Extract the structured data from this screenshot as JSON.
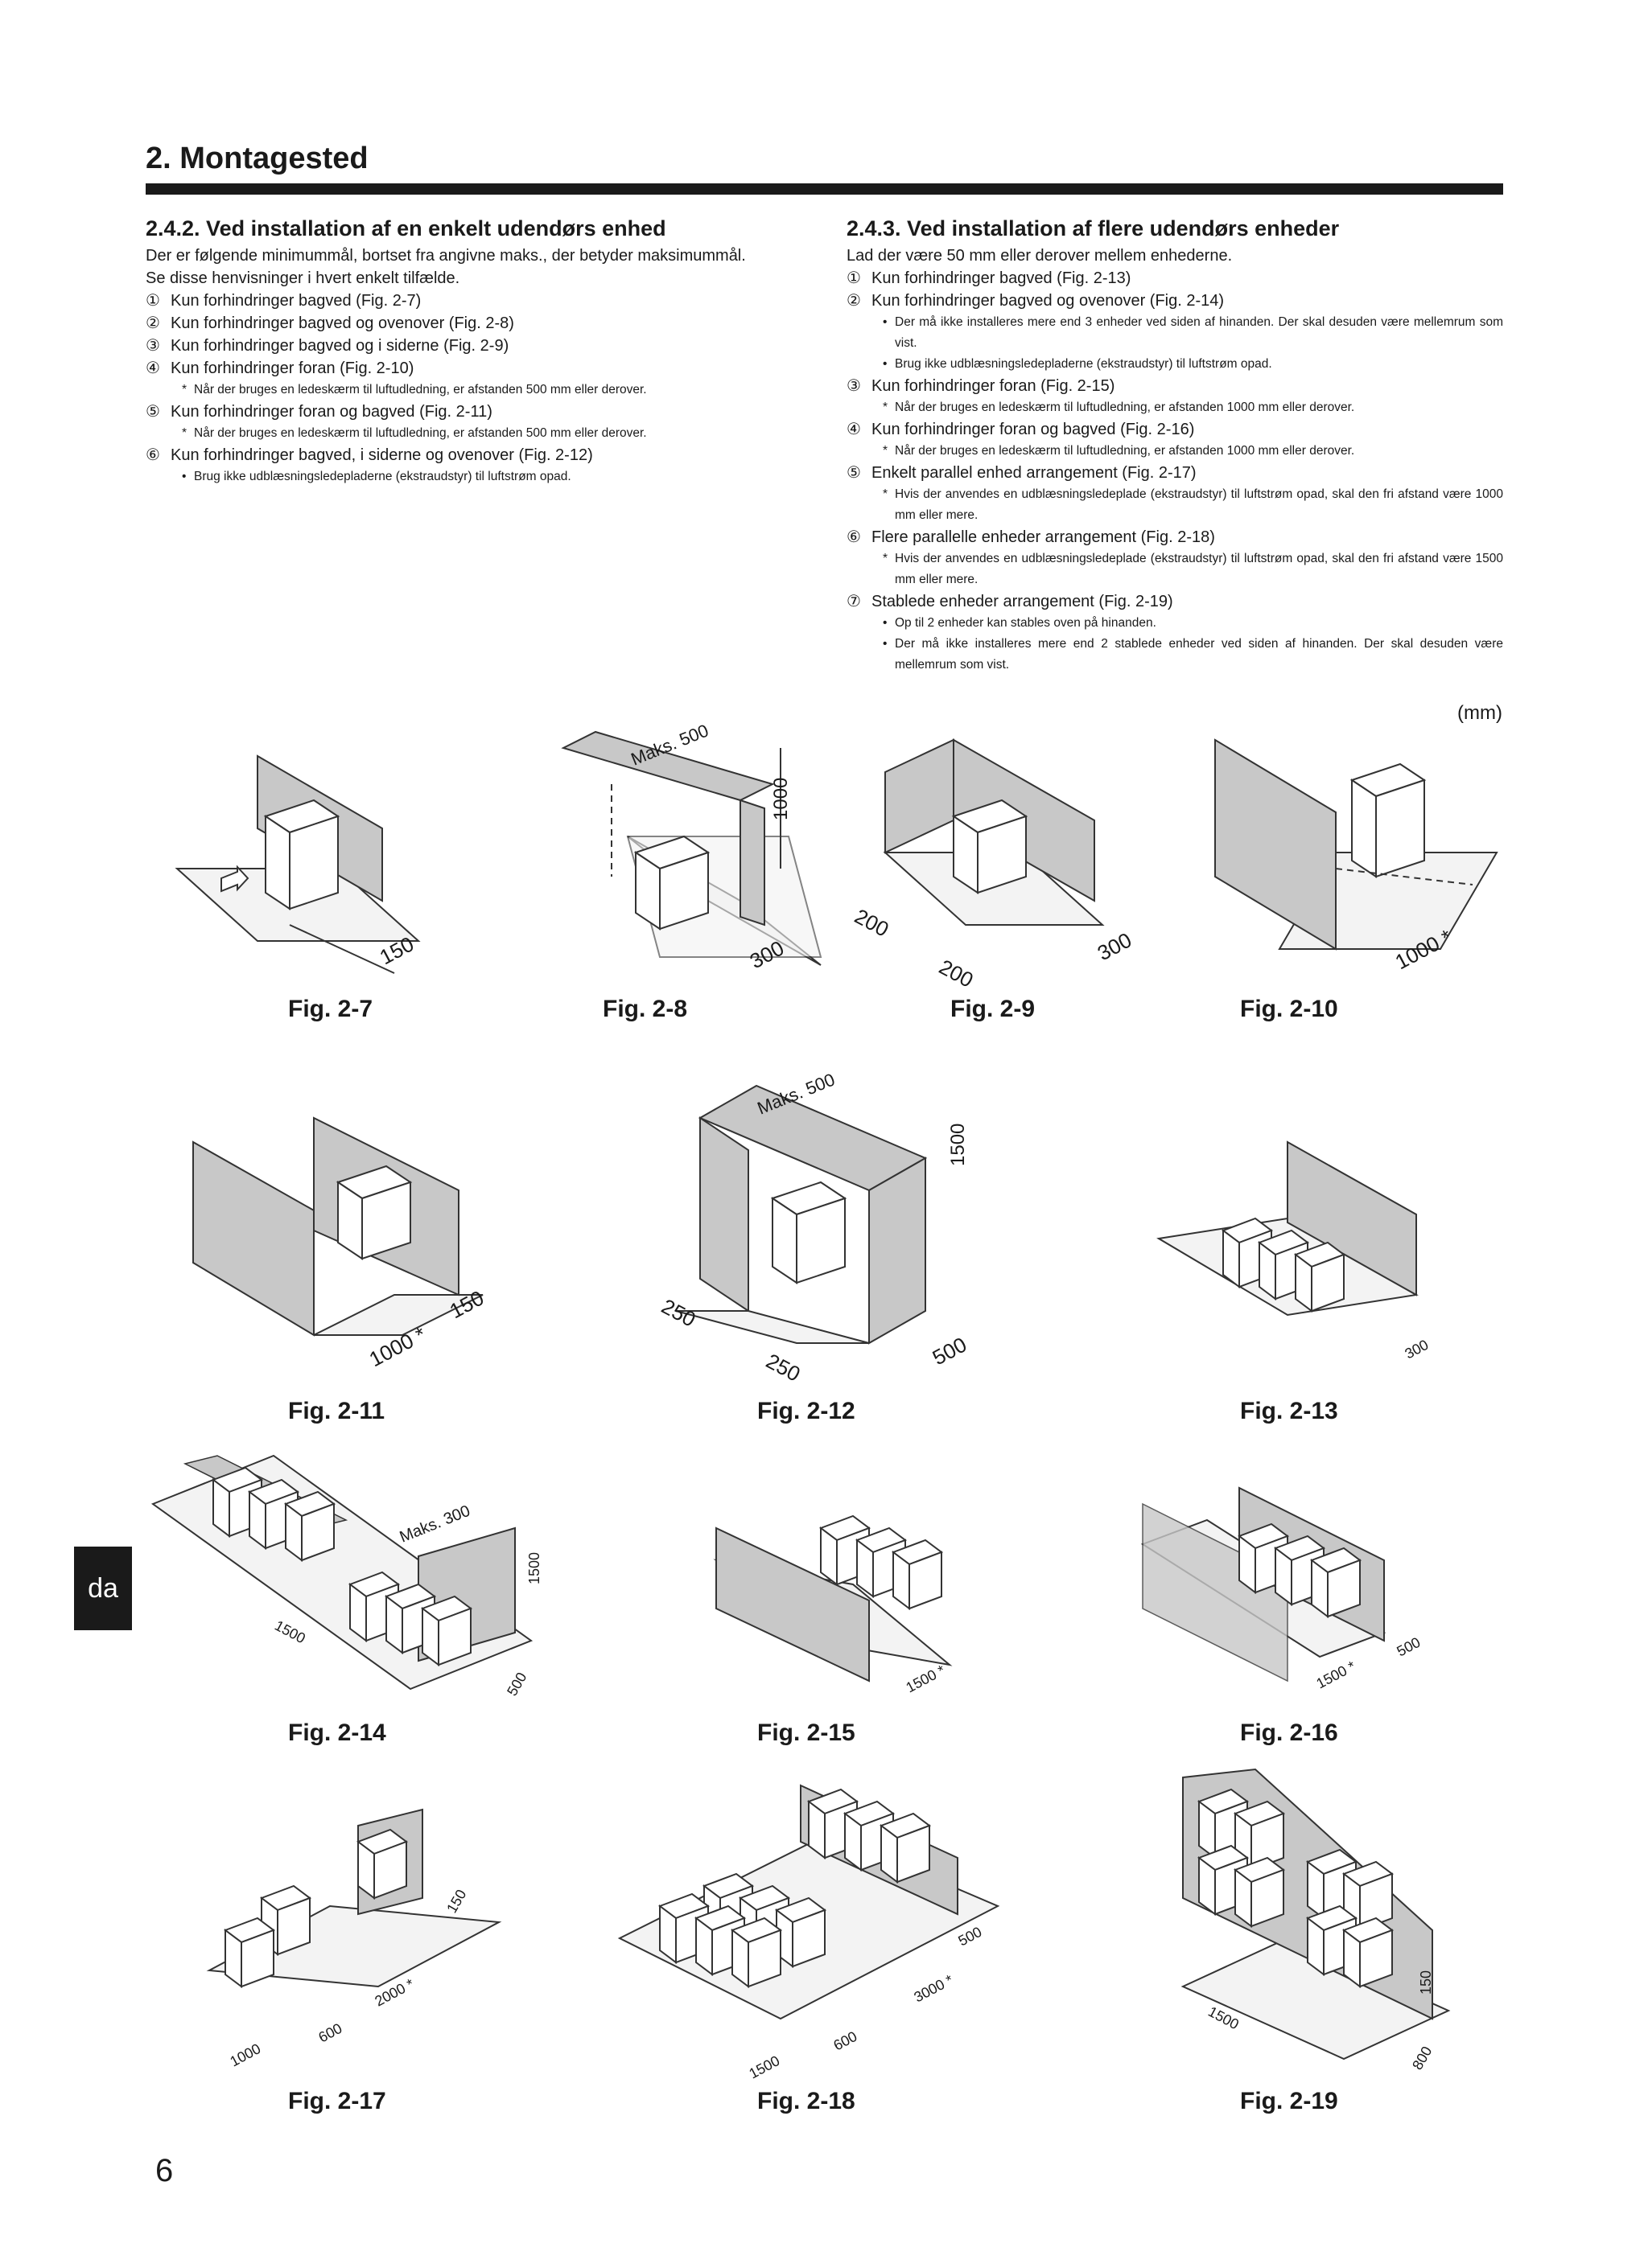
{
  "header": {
    "title": "2. Montagested"
  },
  "left": {
    "heading": "2.4.2. Ved installation af en enkelt udendørs enhed",
    "intro": [
      "Der er følgende minimummål, bortset fra angivne maks., der betyder maksimummål.",
      "Se disse henvisninger i hvert enkelt tilfælde."
    ],
    "items": [
      {
        "num": "①",
        "text": "Kun forhindringer bagved (Fig. 2-7)",
        "notes": []
      },
      {
        "num": "②",
        "text": "Kun forhindringer bagved og ovenover (Fig. 2-8)",
        "notes": []
      },
      {
        "num": "③",
        "text": "Kun forhindringer bagved og i siderne (Fig. 2-9)",
        "notes": []
      },
      {
        "num": "④",
        "text": "Kun forhindringer foran (Fig. 2-10)",
        "notes": [
          {
            "mark": "*",
            "text": "Når der bruges en ledeskærm til luftudledning, er afstanden 500 mm eller derover."
          }
        ]
      },
      {
        "num": "⑤",
        "text": "Kun forhindringer foran og bagved (Fig. 2-11)",
        "notes": [
          {
            "mark": "*",
            "text": "Når der bruges en ledeskærm til luftudledning, er afstanden 500 mm eller derover."
          }
        ]
      },
      {
        "num": "⑥",
        "text": "Kun forhindringer bagved, i siderne og ovenover (Fig. 2-12)",
        "notes": [
          {
            "mark": "•",
            "text": "Brug ikke udblæsningsledepladerne (ekstraudstyr) til luftstrøm opad."
          }
        ]
      }
    ]
  },
  "right": {
    "heading": "2.4.3. Ved installation af flere udendørs enheder",
    "intro": [
      "Lad der være 50 mm eller derover mellem enhederne."
    ],
    "items": [
      {
        "num": "①",
        "text": "Kun forhindringer bagved (Fig. 2-13)",
        "notes": []
      },
      {
        "num": "②",
        "text": "Kun forhindringer bagved og ovenover (Fig. 2-14)",
        "notes": [
          {
            "mark": "•",
            "text": "Der må ikke installeres mere end 3 enheder ved siden af hinanden. Der skal desuden være mellemrum som vist."
          },
          {
            "mark": "•",
            "text": "Brug ikke udblæsningsledepladerne (ekstraudstyr) til luftstrøm opad."
          }
        ]
      },
      {
        "num": "③",
        "text": "Kun forhindringer foran (Fig. 2-15)",
        "notes": [
          {
            "mark": "*",
            "text": "Når der bruges en ledeskærm til luftudledning, er afstanden 1000 mm eller derover."
          }
        ]
      },
      {
        "num": "④",
        "text": "Kun forhindringer foran og bagved (Fig. 2-16)",
        "notes": [
          {
            "mark": "*",
            "text": "Når der bruges en ledeskærm til luftudledning, er afstanden 1000 mm eller derover."
          }
        ]
      },
      {
        "num": "⑤",
        "text": "Enkelt parallel enhed arrangement (Fig. 2-17)",
        "notes": [
          {
            "mark": "*",
            "text": "Hvis der anvendes en udblæsningsledeplade (ekstraudstyr) til luftstrøm opad, skal den fri afstand være 1000 mm eller mere."
          }
        ]
      },
      {
        "num": "⑥",
        "text": "Flere parallelle enheder arrangement (Fig. 2-18)",
        "notes": [
          {
            "mark": "*",
            "text": "Hvis der anvendes en udblæsningsledeplade (ekstraudstyr) til luftstrøm opad, skal den fri afstand være 1500 mm eller mere."
          }
        ]
      },
      {
        "num": "⑦",
        "text": "Stablede enheder arrangement (Fig. 2-19)",
        "notes": [
          {
            "mark": "•",
            "text": "Op til 2 enheder kan stables oven på hinanden."
          },
          {
            "mark": "•",
            "text": "Der må ikke installeres mere end 2 stablede enheder ved siden af hinanden. Der skal desuden være mellemrum som vist."
          }
        ]
      }
    ]
  },
  "unit_label": "(mm)",
  "figures": [
    {
      "caption": "Fig. 2-7",
      "dims": [
        "150"
      ]
    },
    {
      "caption": "Fig. 2-8",
      "dims": [
        "Maks. 500",
        "1000",
        "300"
      ]
    },
    {
      "caption": "Fig. 2-9",
      "dims": [
        "200",
        "200",
        "300"
      ]
    },
    {
      "caption": "Fig. 2-10",
      "dims": [
        "1000 *"
      ]
    },
    {
      "caption": "Fig. 2-11",
      "dims": [
        "150",
        "1000 *"
      ]
    },
    {
      "caption": "Fig. 2-12",
      "dims": [
        "Maks. 500",
        "1500",
        "250",
        "250",
        "500"
      ]
    },
    {
      "caption": "Fig. 2-13",
      "dims": [
        "300"
      ]
    },
    {
      "caption": "Fig. 2-14",
      "dims": [
        "Maks. 300",
        "1500",
        "1500",
        "500"
      ]
    },
    {
      "caption": "Fig. 2-15",
      "dims": [
        "1500 *"
      ]
    },
    {
      "caption": "Fig. 2-16",
      "dims": [
        "500",
        "1500 *"
      ]
    },
    {
      "caption": "Fig. 2-17",
      "dims": [
        "150",
        "2000 *",
        "600",
        "1000"
      ]
    },
    {
      "caption": "Fig. 2-18",
      "dims": [
        "500",
        "3000 *",
        "600",
        "1500"
      ]
    },
    {
      "caption": "Fig. 2-19",
      "dims": [
        "150",
        "1500",
        "800"
      ]
    }
  ],
  "side_tab": "da",
  "page_number": "6"
}
